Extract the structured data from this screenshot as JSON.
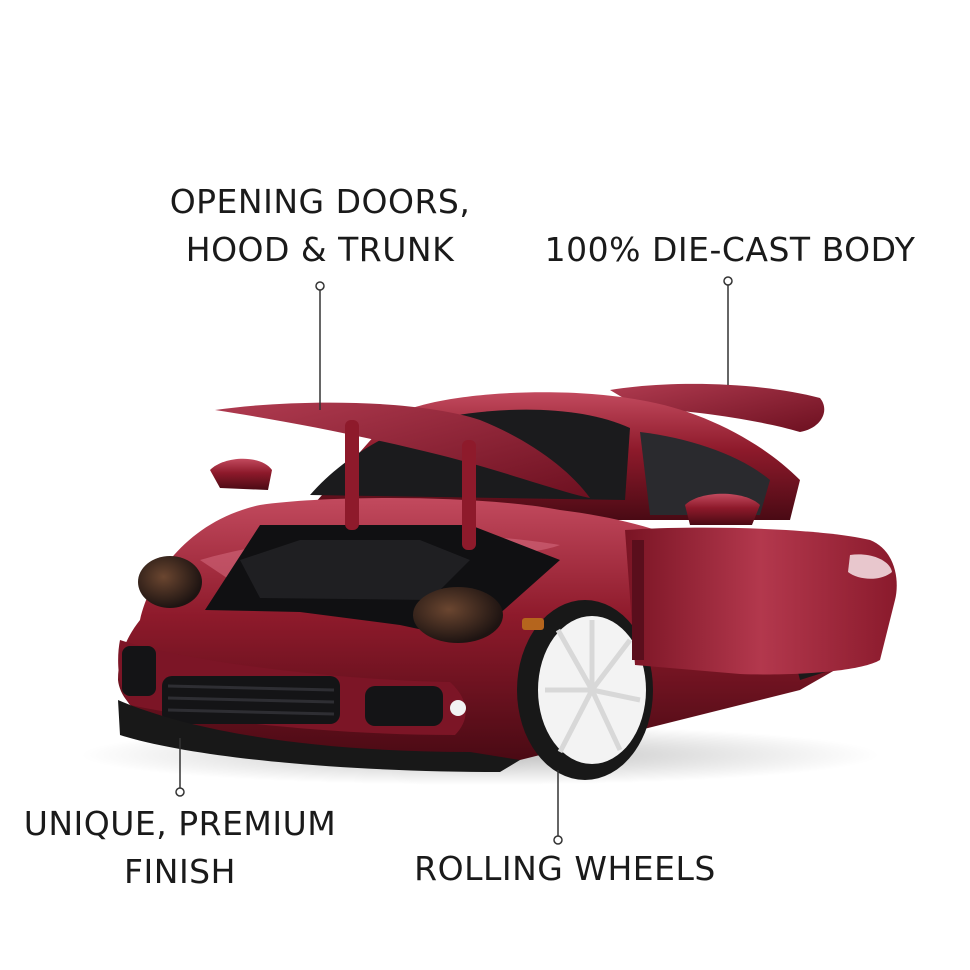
{
  "colors": {
    "background": "#ffffff",
    "text": "#1a1a1a",
    "car_body": "#8e1a2b",
    "car_highlight": "#c9566a",
    "car_shadow": "#4a0a14",
    "wheel": "#f3f3f3",
    "glass": "#1b1b1d",
    "leader_line": "#333333"
  },
  "icons": [
    "car-image",
    "leader-dot"
  ],
  "callouts": {
    "doors": {
      "line1": "OPENING DOORS,",
      "line2": "HOOD & TRUNK"
    },
    "body": {
      "line1": "100% DIE-CAST BODY"
    },
    "finish": {
      "line1": "UNIQUE, PREMIUM",
      "line2": "FINISH"
    },
    "wheels": {
      "line1": "ROLLING WHEELS"
    }
  }
}
